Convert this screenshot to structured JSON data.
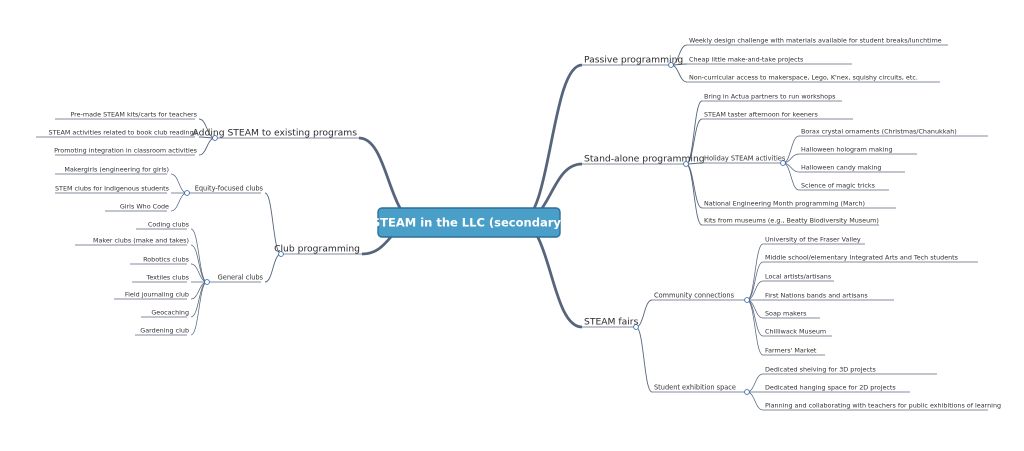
{
  "center": {
    "label": "STEAM in the LLC (secondary)"
  },
  "branches": [
    {
      "label": "Passive programming",
      "children": [
        {
          "label": "Weekly design challenge with materials available for student breaks/lunchtime"
        },
        {
          "label": "Cheap little make-and-take projects"
        },
        {
          "label": "Non-curricular access to makerspace, Lego, K'nex, squishy circuits, etc."
        }
      ]
    },
    {
      "label": "Stand-alone programming",
      "children": [
        {
          "label": "Bring in Actua partners to run workshops"
        },
        {
          "label": "STEAM taster afternoon for keeners"
        },
        {
          "label": "Holiday STEAM activities",
          "children": [
            {
              "label": "Borax crystal ornaments (Christmas/Chanukkah)"
            },
            {
              "label": "Halloween hologram making"
            },
            {
              "label": "Halloween candy making"
            },
            {
              "label": "Science of magic tricks"
            }
          ]
        },
        {
          "label": "National Engineering Month programming (March)"
        },
        {
          "label": "Kits from museums (e.g., Beatty Biodiversity Museum)"
        }
      ]
    },
    {
      "label": "STEAM fairs",
      "children": [
        {
          "label": "Community connections",
          "children": [
            {
              "label": "University of the Fraser Valley"
            },
            {
              "label": "Middle school/elementary Integrated Arts and Tech students"
            },
            {
              "label": "Local artists/artisans"
            },
            {
              "label": "First Nations bands and artisans"
            },
            {
              "label": "Soap makers"
            },
            {
              "label": "Chilliwack Museum"
            },
            {
              "label": "Farmers' Market"
            }
          ]
        },
        {
          "label": "Student exhibition space",
          "children": [
            {
              "label": "Dedicated shelving for 3D projects"
            },
            {
              "label": "Dedicated hanging space for 2D projects"
            },
            {
              "label": "Planning and collaborating with teachers for public exhibitions of learning"
            }
          ]
        }
      ]
    },
    {
      "label": "Adding STEAM to existing programs",
      "children": [
        {
          "label": "Pre-made STEAM kits/carts for teachers"
        },
        {
          "label": "STEAM activities related to book club readings"
        },
        {
          "label": "Promoting integration in classroom activities"
        }
      ]
    },
    {
      "label": "Club programming",
      "children": [
        {
          "label": "Equity-focused clubs",
          "children": [
            {
              "label": "Makergirls (engineering for girls)"
            },
            {
              "label": "STEM clubs for Indigenous students"
            },
            {
              "label": "Girls Who Code"
            }
          ]
        },
        {
          "label": "General clubs",
          "children": [
            {
              "label": "Coding clubs"
            },
            {
              "label": "Maker clubs (make and takes)"
            },
            {
              "label": "Robotics clubs"
            },
            {
              "label": "Textiles clubs"
            },
            {
              "label": "Field journaling club"
            },
            {
              "label": "Geocaching"
            },
            {
              "label": "Gardening club"
            }
          ]
        }
      ]
    }
  ]
}
